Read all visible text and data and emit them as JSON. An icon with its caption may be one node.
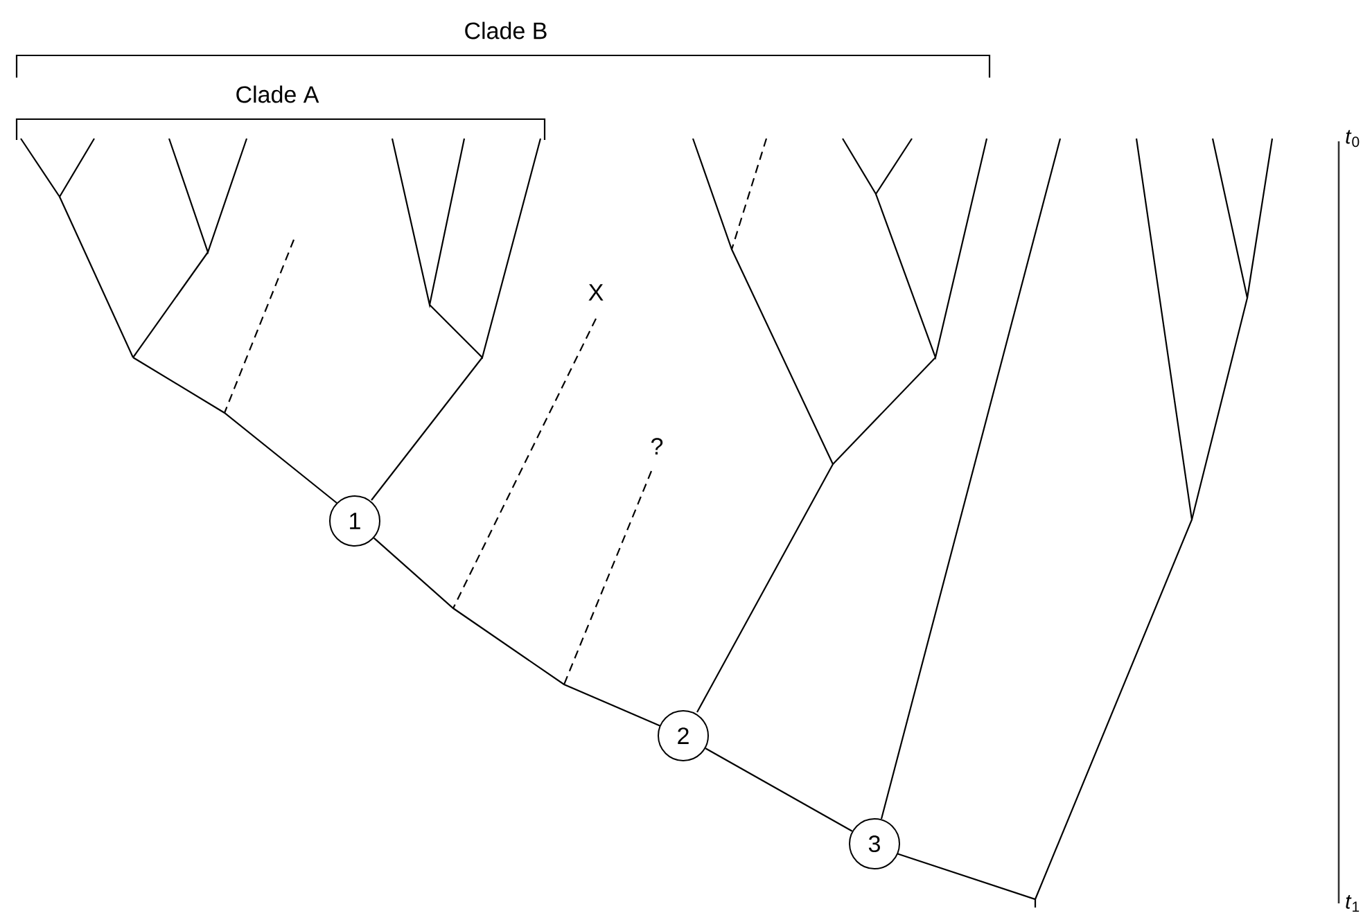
{
  "diagram": {
    "nodes": [
      {
        "text": [
          "1"
        ]
      },
      {
        "text": [
          "2"
        ]
      },
      {
        "text": [
          "3"
        ]
      }
    ],
    "edges": [
      {
        "from": 0,
        "to": 1,
        "arrow": "none"
      },
      {
        "from": 1,
        "to": 2,
        "arrow": "none"
      }
    ],
    "labels": [
      "Clade B",
      "Clade A",
      "X",
      "?",
      "*t*$_{0}$",
      "*t*$_{1}$"
    ]
  }
}
